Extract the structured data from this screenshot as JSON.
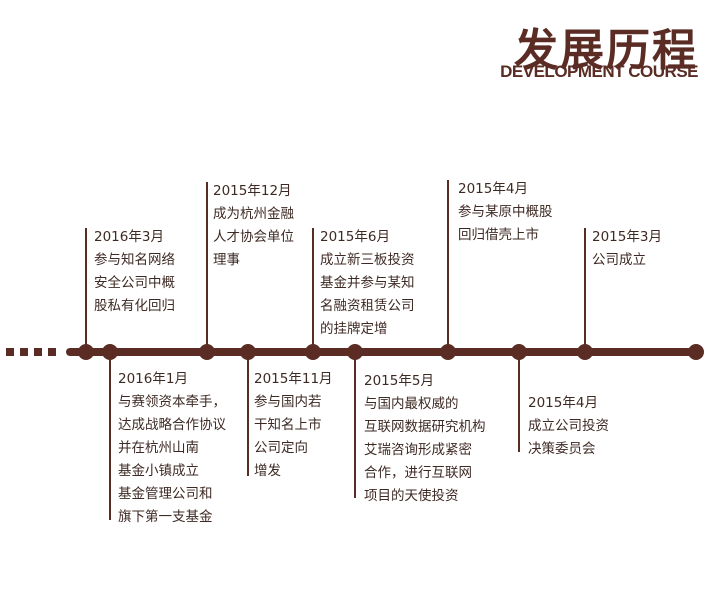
{
  "header": {
    "title": "发展历程",
    "subtitle": "DEVELOPMENT COURSE"
  },
  "colors": {
    "accent": "#5a2c24",
    "text": "#3e2a24"
  },
  "events": [
    {
      "date": "2016年3月",
      "text": "参与知名网络\n安全公司中概\n股私有化回归"
    },
    {
      "date": "2016年1月",
      "text": "与赛领资本牵手，\n达成战略合作协议\n并在杭州山南\n基金小镇成立\n基金管理公司和\n旗下第一支基金"
    },
    {
      "date": "2015年12月",
      "text": "成为杭州金融\n人才协会单位\n理事"
    },
    {
      "date": "2015年11月",
      "text": "参与国内若\n干知名上市\n公司定向\n增发"
    },
    {
      "date": "2015年6月",
      "text": "成立新三板投资\n基金并参与某知\n名融资租赁公司\n的挂牌定增"
    },
    {
      "date": "2015年5月",
      "text": "与国内最权威的\n互联网数据研究机构\n艾瑞咨询形成紧密\n合作，进行互联网\n项目的天使投资"
    },
    {
      "date": "2015年4月",
      "text": "参与某原中概股\n回归借壳上市"
    },
    {
      "date": "2015年4月",
      "text": "成立公司投资\n决策委员会"
    },
    {
      "date": "2015年3月",
      "text": "公司成立"
    }
  ]
}
